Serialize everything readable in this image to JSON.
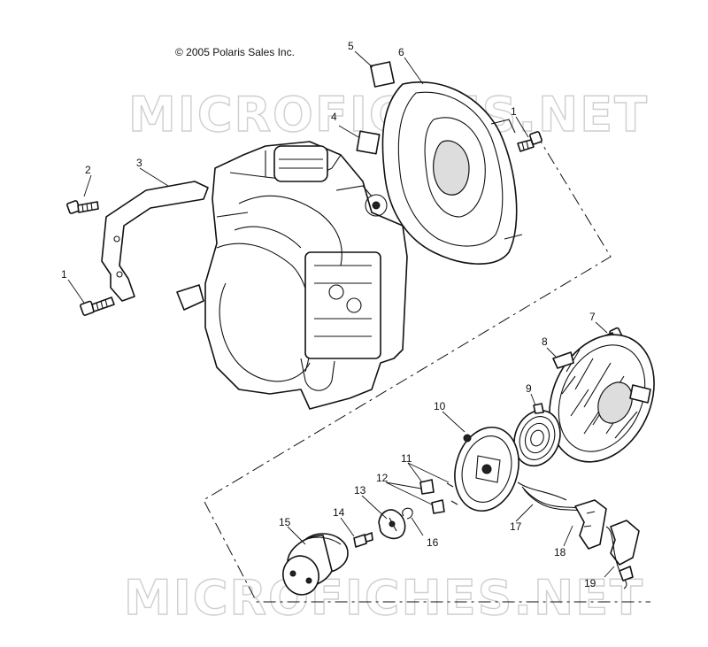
{
  "copyright": "© 2005 Polaris Sales Inc.",
  "watermarks": [
    "MICROFICHES.NET",
    "MICROFICHES.NET"
  ],
  "callouts": [
    "1",
    "2",
    "3",
    "1",
    "4",
    "5",
    "6",
    "7",
    "8",
    "9",
    "10",
    "11",
    "12",
    "13",
    "14",
    "15",
    "16",
    "17",
    "18",
    "19"
  ],
  "colors": {
    "line": "#111111",
    "watermark": "#cfcfcf",
    "background": "#ffffff"
  }
}
